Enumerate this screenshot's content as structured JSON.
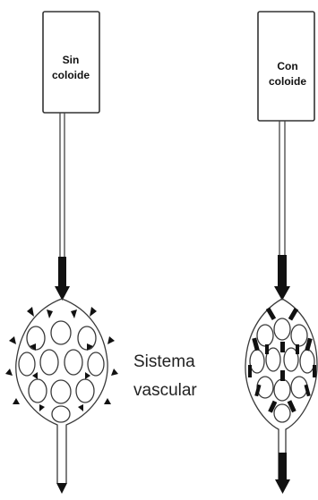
{
  "left_bag": {
    "line1": "Sin",
    "line2": "coloide"
  },
  "right_bag": {
    "line1": "Con",
    "line2": "coloide"
  },
  "center": {
    "line1": "Sistema",
    "line2": "vascular"
  }
}
